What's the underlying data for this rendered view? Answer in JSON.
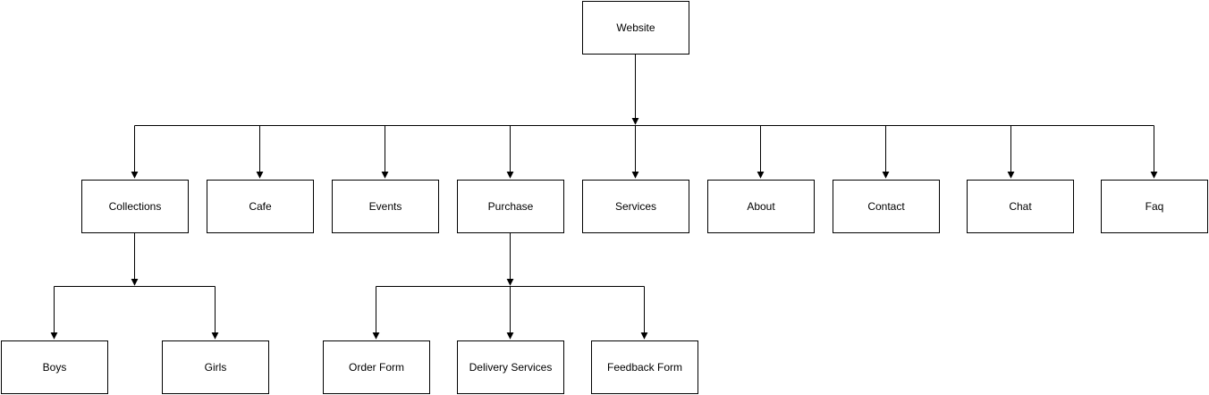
{
  "diagram": {
    "root": "Website",
    "level1": [
      "Collections",
      "Cafe",
      "Events",
      "Purchase",
      "Services",
      "About",
      "Contact",
      "Chat",
      "Faq"
    ],
    "collections_children": [
      "Boys",
      "Girls"
    ],
    "purchase_children": [
      "Order Form",
      "Delivery Services",
      "Feedback Form"
    ]
  }
}
